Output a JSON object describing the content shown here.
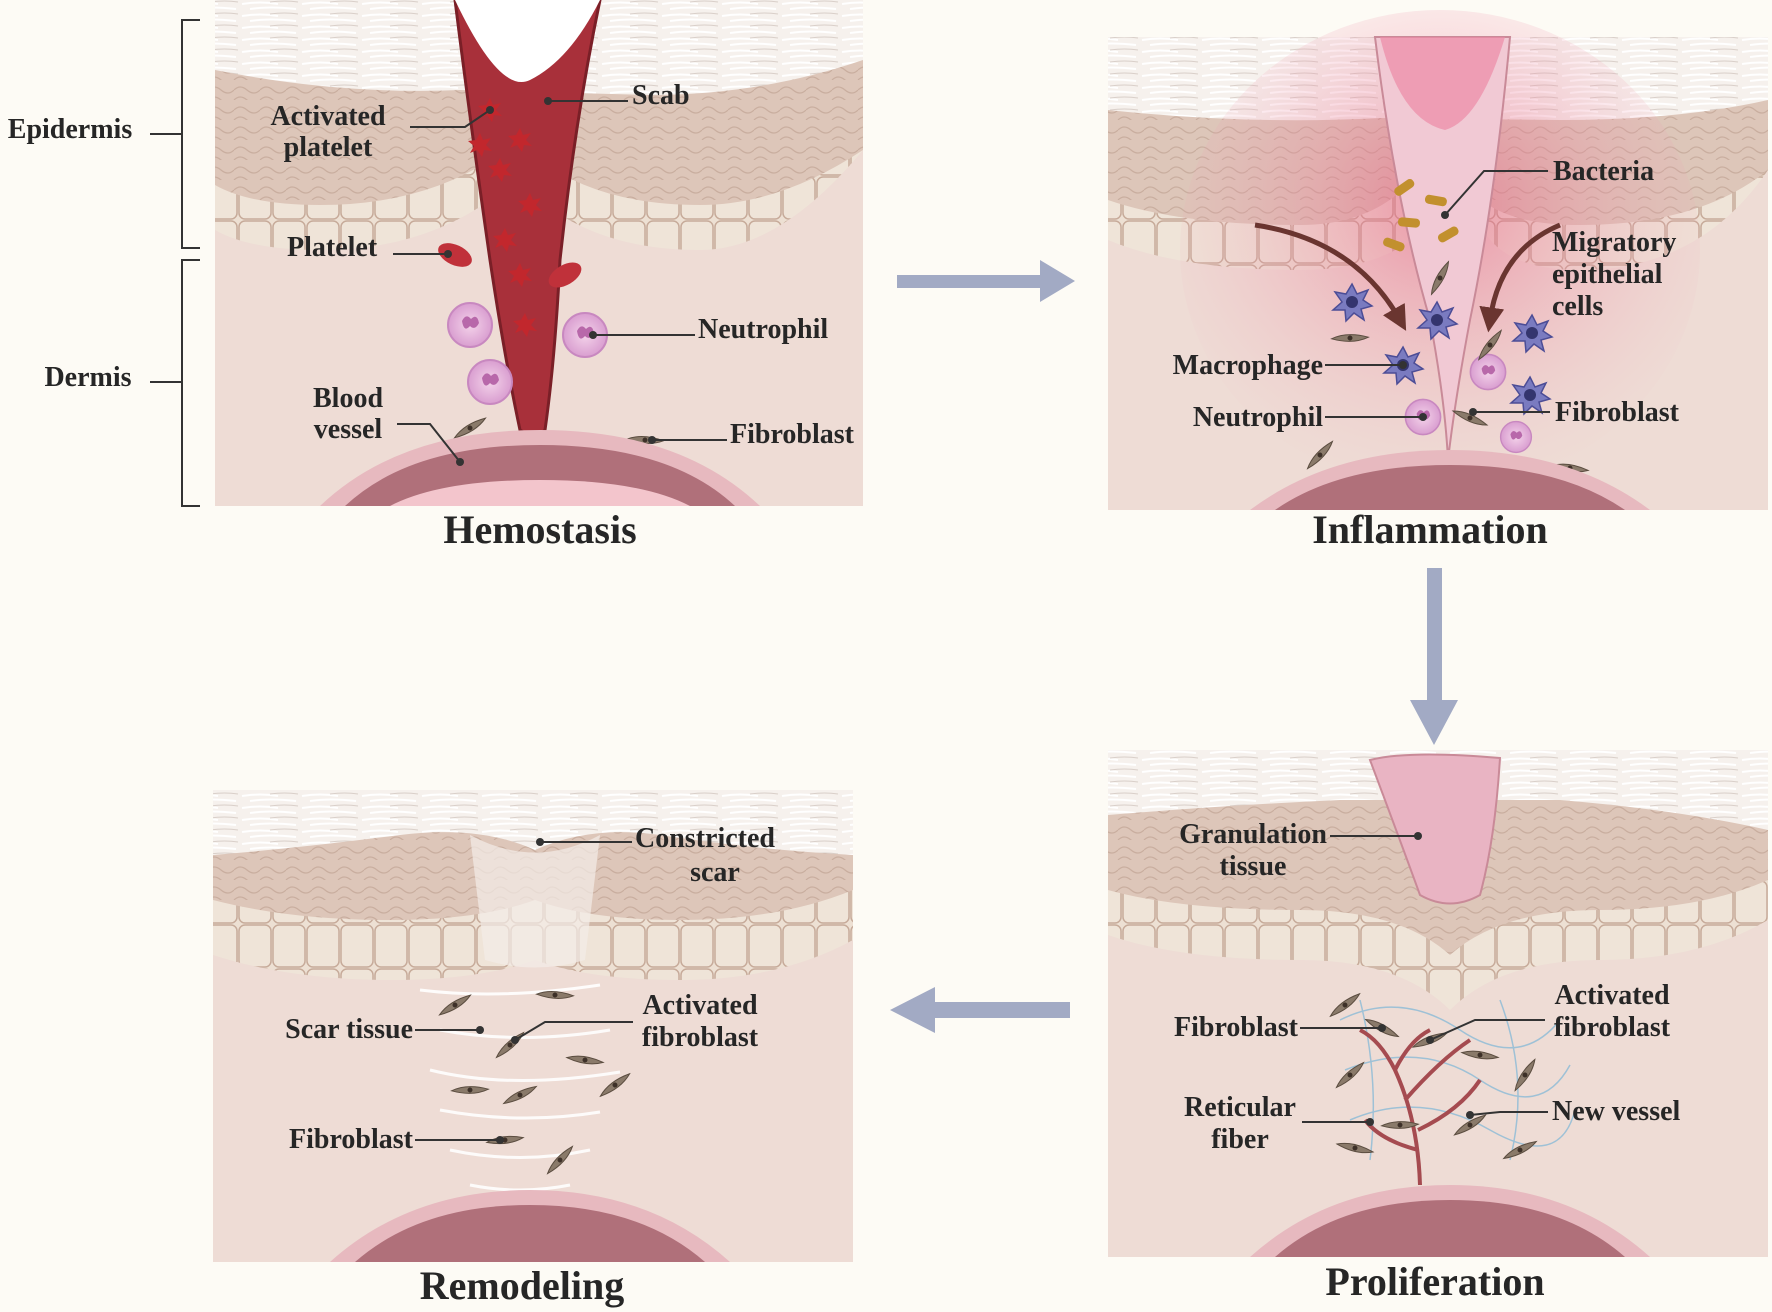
{
  "layer_labels": {
    "epidermis": "Epidermis",
    "dermis": "Dermis"
  },
  "hemostasis": {
    "title": "Hemostasis",
    "activated_platelet": [
      "Activated",
      "platelet"
    ],
    "scab": "Scab",
    "platelet": "Platelet",
    "neutrophil": "Neutrophil",
    "blood_vessel": [
      "Blood",
      "vessel"
    ],
    "fibroblast": "Fibroblast"
  },
  "inflammation": {
    "title": "Inflammation",
    "bacteria": "Bacteria",
    "migratory_epithelial_cells": [
      "Migratory",
      "epithelial",
      "cells"
    ],
    "macrophage": "Macrophage",
    "neutrophil": "Neutrophil",
    "fibroblast": "Fibroblast"
  },
  "proliferation": {
    "title": "Proliferation",
    "granulation_tissue": [
      "Granulation",
      "tissue"
    ],
    "fibroblast": "Fibroblast",
    "activated_fibroblast": [
      "Activated",
      "fibroblast"
    ],
    "reticular_fiber": [
      "Reticular",
      "fiber"
    ],
    "new_vessel": "New vessel"
  },
  "remodeling": {
    "title": "Remodeling",
    "constricted_scar": [
      "Constricted",
      "scar"
    ],
    "scar_tissue": "Scar tissue",
    "activated_fibroblast": [
      "Activated",
      "fibroblast"
    ],
    "fibroblast": "Fibroblast"
  },
  "colors": {
    "background": "#fdfbf5",
    "dermis": "#eedcd5",
    "epidermis": "#ddc6b9",
    "scab": "#a8303a",
    "vessel": "#b0707a",
    "arrow": "#a2aac4"
  }
}
